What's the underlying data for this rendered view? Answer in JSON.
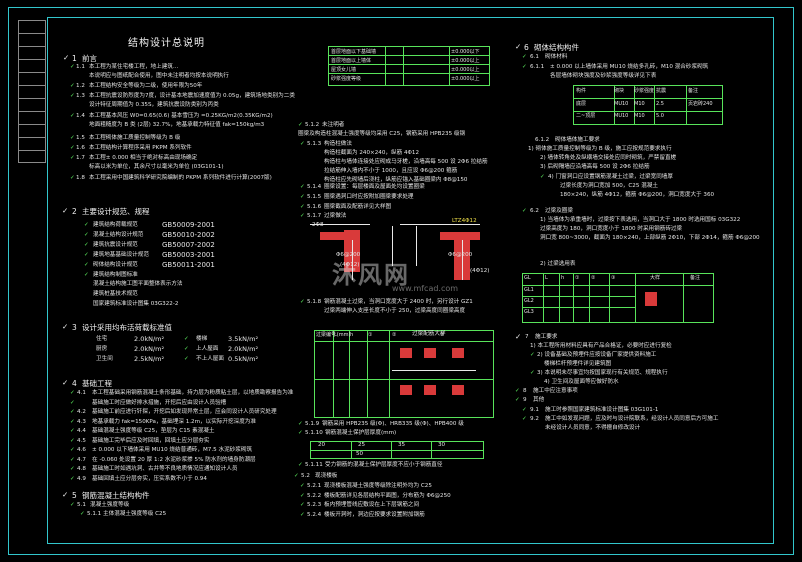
{
  "title": "结构设计总说明",
  "revision_rows": 11,
  "col1": {
    "s1": {
      "num": "1",
      "heading": "前言"
    },
    "s1_1": {
      "num": "1.1",
      "text": "本工程为某住宅楼工程，地上建筑…"
    },
    "s1_1b": {
      "text": "本说明应与图纸配合使用，图中未注明者均按本说明执行"
    },
    "s1_2": {
      "num": "1.2",
      "text": "本工程结构安全等级为二级，使用年限为50年"
    },
    "s1_3": {
      "num": "1.3",
      "text": "本工程抗震设防烈度为7度，设计基本地震加速度值为 0.05g，建筑场地类别为二类"
    },
    "s1_3b": {
      "text": "设计特征周期值为 0.35S，建筑抗震设防类别为丙类"
    },
    "s1_4": {
      "num": "1.4",
      "text": "本工程基本风压 W0=0.65(0.6) 基本雪压为 =0.25KG/m2(0.35KG/m2)"
    },
    "s1_4b": {
      "text": "地面粗糙度为 B 类 (2层) 32.7%，地基承载力特征值 fak=150kg/m3"
    },
    "s1_5": {
      "num": "1.5",
      "text": "本工程砌体施工质量控制等级为 B 级"
    },
    "s1_6": {
      "num": "1.6",
      "text": "本工程结构计算程序采用 PKPM 系列软件"
    },
    "s1_7": {
      "num": "1.7",
      "text": "本工程± 0.000 相当于绝对标高由现场确定"
    },
    "s1_7b": {
      "text": "标高以米为单位，其余尺寸以毫米为单位 (03G101-1)"
    },
    "s1_8": {
      "num": "1.8",
      "text": "本工程采用中国建筑科学研究院编制的 PKPM 系列软件进行计算(2007版)"
    },
    "s2": {
      "num": "2",
      "heading": "主要设计规范、规程"
    },
    "codes": [
      {
        "name": "建筑结构荷载规范",
        "code": "GB50009-2001"
      },
      {
        "name": "混凝土结构设计规范",
        "code": "GB50010-2002"
      },
      {
        "name": "建筑抗震设计规范",
        "code": "GB50007-2002"
      },
      {
        "name": "建筑地基基础设计规范",
        "code": "GB50003-2001"
      },
      {
        "name": "砌体结构设计规范",
        "code": "GB50011-2001"
      }
    ],
    "codes_extra1": "建筑结构制图标准",
    "codes_extra2": "混凝土结构施工图平面整体表示方法",
    "codes_extra3": "建筑桩基技术规范",
    "codes_extra4": "国家建筑标准设计图集 03G322-2",
    "s3": {
      "num": "3",
      "heading": "设计采用均布活荷载标准值"
    },
    "loads": [
      {
        "l1": "住宅",
        "v1": "2.0kN/m²",
        "l2": "楼梯",
        "v2": "3.5kN/m²"
      },
      {
        "l1": "厨房",
        "v1": "2.0kN/m²",
        "l2": "上人屋面",
        "v2": "2.0kN/m²"
      },
      {
        "l1": "卫生间",
        "v1": "2.5kN/m²",
        "l2": "不上人屋面",
        "v2": "0.5kN/m²"
      }
    ],
    "s4": {
      "num": "4",
      "heading": "基础工程"
    },
    "f4": [
      {
        "num": "4.1",
        "text": "本工程基础采用钢筋混凝土条形基础，持力层为粉质粘土层，以地质勘察报告为准"
      },
      {
        "num": "",
        "text": "基础施工时应做好排水措施，开挖后应由设计人员验槽"
      },
      {
        "num": "4.2",
        "text": "基础施工前应进行钎探，开挖后如发现异常土层，应会同设计人员研究处理"
      },
      {
        "num": "4.3",
        "text": "地基承载力 fak=150KPa，基础埋深 1.2m，以实际开挖深度为准"
      },
      {
        "num": "4.4",
        "text": "基础混凝土强度等级 C25，垫层为 C15 素混凝土"
      },
      {
        "num": "4.5",
        "text": "基础施工完毕后应及时回填，回填土应分层夯实"
      },
      {
        "num": "4.6",
        "text": "± 0.000 以下墙体采用 MU10 烧结普通砖，M7.5 水泥砂浆砌筑"
      },
      {
        "num": "4.7",
        "text": "在 -0.060 处设置 20 厚 1:2 水泥砂浆掺 5% 防水剂的墙身防潮层"
      },
      {
        "num": "4.8",
        "text": "基础施工时如遇坑洞、古井等不良地质情况应通知设计人员"
      },
      {
        "num": "4.9",
        "text": "基础回填土应分层夯实，压实系数不小于 0.94"
      }
    ],
    "s5": {
      "num": "5",
      "heading": "钢筋混凝土结构构件"
    },
    "s5_1": {
      "num": "5.1",
      "text": "混凝土强度等级"
    },
    "s5_1_1": {
      "num": "5.1.1",
      "text": "主体混凝土强度等级 C25"
    }
  },
  "col2": {
    "table1": {
      "rows": [
        {
          "name": "首层地面以下基础墙",
          "v": "±0.000以下"
        },
        {
          "name": "首层地面以上墙体",
          "v": "±0.000以上"
        },
        {
          "name": "屋顶女儿墙",
          "v": "±0.000以上"
        },
        {
          "name": "砂浆强度等级",
          "v": "±0.000以上"
        }
      ]
    },
    "s5_1_2": {
      "num": "5.1.2",
      "text": "未注明者"
    },
    "s5_1_2a": {
      "text": "圈梁及构造柱混凝土强度等级均采用 C25，钢筋采用 HPB235 级钢"
    },
    "s5_1_3": {
      "num": "5.1.3",
      "text": "构造柱做法"
    },
    "s5_1_3a": {
      "text": "构造柱截面为 240×240，纵筋 4Φ12"
    },
    "s5_1_3b": {
      "text": "构造柱与墙体连接处应砌成马牙槎，沿墙高每 500 设 2Φ6 拉结筋"
    },
    "s5_1_3c": {
      "text": "拉结筋伸入墙内不小于 1000，且应设 Φ6@200 箍筋"
    },
    "s5_1_3d": {
      "text": "构造柱应先砌墙后浇柱，纵筋应锚入基础圈梁内 Φ8@150"
    },
    "s5_1_4": {
      "num": "5.1.4",
      "text": "圈梁设置：每层楼面及屋面处均设置圈梁"
    },
    "s5_1_5": {
      "num": "5.1.5",
      "text": "圈梁遇洞口时应按附加圈梁要求处理"
    },
    "s5_1_6": {
      "num": "5.1.6",
      "text": "圈梁截面及配筋详见大样图"
    },
    "s5_1_7": {
      "num": "5.1.7",
      "text": "过梁做法"
    },
    "detail_l1": "2Φ8",
    "detail_l2": "LTZ4Φ12",
    "detail_l3": "Φ6@200",
    "detail_l4": "Φ6@200",
    "detail_l5": "(4Φ12)",
    "detail_l6": "(4Φ12)",
    "s5_1_8": {
      "num": "5.1.8",
      "text": "钢筋混凝土过梁，当洞口宽度大于 2400 时，另行设计 GZ1"
    },
    "s5_1_8a": {
      "text": "过梁两端伸入支座长度不小于 250，过梁高度同圈梁高度"
    },
    "table2_header": "过梁配筋大样",
    "table2_cols": [
      "过梁编号",
      "L(mm)",
      "h",
      "①",
      "②",
      "③"
    ],
    "s5_1_9": {
      "num": "5.1.9",
      "text": "钢筋采用 HPB235 级(Φ)、HRB335 级(Φ)、HPB400 级"
    },
    "s5_1_10": {
      "num": "5.1.10",
      "text": "钢筋混凝土保护层厚度(mm)"
    },
    "cover_vals": [
      "20",
      "25",
      "35",
      "30",
      "50"
    ],
    "s5_1_11": {
      "num": "5.1.11",
      "text": "受力钢筋的混凝土保护层厚度不应小于钢筋直径"
    },
    "s5_2": {
      "num": "5.2",
      "text": "现浇楼板"
    },
    "s5_2_1": {
      "num": "5.2.1",
      "text": "现浇楼板混凝土强度等级除注明外均为 C25"
    },
    "s5_2_2": {
      "num": "5.2.2",
      "text": "楼板配筋详见各层结构平面图，分布筋为 Φ6@250"
    },
    "s5_2_3": {
      "num": "5.2.3",
      "text": "板内预埋管线应敷设在上下层钢筋之间"
    },
    "s5_2_4": {
      "num": "5.2.4",
      "text": "楼板开洞时，洞边应按要求设置附加钢筋"
    }
  },
  "col3": {
    "s6": {
      "num": "6",
      "heading": "砌体结构构件"
    },
    "s6_1": {
      "num": "6.1",
      "text": "砌体材料"
    },
    "s6_1_1": {
      "num": "6.1.1",
      "text": "± 0.000 以上墙体采用 MU10 烧结多孔砖，M10 混合砂浆砌筑"
    },
    "s6_1_1b": {
      "text": "各层墙体砌块强度及砂浆强度等级详见下表"
    },
    "table3_cols": [
      "构件",
      "砌块",
      "砂浆强度",
      "抗震",
      "备注"
    ],
    "table3_rows": [
      {
        "a": "底层",
        "b": "MU10",
        "c": "M10",
        "d": "2.5",
        "e": "页岩砖240"
      },
      {
        "a": "二~顶层",
        "b": "MU10",
        "c": "M10",
        "d": "5.0",
        "e": ""
      }
    ],
    "s6_1_2": {
      "num": "6.1.2",
      "text": "砌体墙体施工要求"
    },
    "s6_1_2a": {
      "text": "1) 砌体施工质量控制等级为 B 级，施工应按规范要求执行"
    },
    "s6_1_2b": {
      "text": "2) 墙体转角处及纵横墙交接处应同时砌筑，严禁留直槎"
    },
    "s6_1_2c": {
      "text": "3) 后砌隔墙应沿墙高每 500 设 2Φ6 拉结筋"
    },
    "s6_1_2d": {
      "text": "4) 门窗洞口应设置钢筋混凝土过梁，过梁宽同墙厚"
    },
    "s6_1_2e": {
      "text": "过梁长度为洞口宽加 500，C25 混凝土"
    },
    "s6_1_2f": {
      "text": "180×240，纵筋 4Φ12，箍筋 Φ6@200，洞口宽度大于 360"
    },
    "s6_2": {
      "num": "6.2",
      "text": "过梁及圈梁"
    },
    "s6_2a": {
      "text": "1) 当墙体为承重墙时，过梁按下表选用，当洞口大于 1800 时选用国标 03G322"
    },
    "s6_2b": {
      "text": "过梁高度为 180，洞口宽度小于 1800 时采用钢筋砖过梁"
    },
    "s6_2c": {
      "text": "洞口宽 800~3000，截面为 180×240，上部纵筋 2Φ10，下部 2Φ14，箍筋 Φ6@200"
    },
    "s6_2d": {
      "text": "2) 过梁选用表"
    },
    "table4_cols": [
      "GL",
      "L",
      "h",
      "①",
      "②",
      "③",
      "大样",
      "备注"
    ],
    "table4_rows": [
      "GL1",
      "GL2",
      "GL3"
    ],
    "s7": {
      "num": "7",
      "heading": "施工要求"
    },
    "s7a": {
      "text": "1) 本工程所用材料应具有产品合格证，必要时应进行复检"
    },
    "s7b": {
      "text": "2) 设备基础及预埋件应按设备厂家提供资料施工"
    },
    "s7c": {
      "text": "楼梯栏杆预埋件详见建筑图"
    },
    "s7d": {
      "text": "3) 本说明未尽事宜均按国家现行有关规范、规程执行"
    },
    "s7e": {
      "text": "4) 卫生间及屋面等应做好防水"
    },
    "s8": {
      "num": "8",
      "text": "施工中应注意事项"
    },
    "s9": {
      "num": "9",
      "text": "其他"
    },
    "s9_1": {
      "num": "9.1",
      "text": "施工时参照国家建筑标准设计图集 03G101-1"
    },
    "s9_2": {
      "num": "9.2",
      "text": "施工中如发现问题，应及时与设计院联系，经设计人员同意后方可施工"
    },
    "s9_2b": {
      "text": "未经设计人员同意，不得擅自修改设计"
    }
  },
  "watermark": "沐风网",
  "watermark_sub": "www.mfcad.com"
}
